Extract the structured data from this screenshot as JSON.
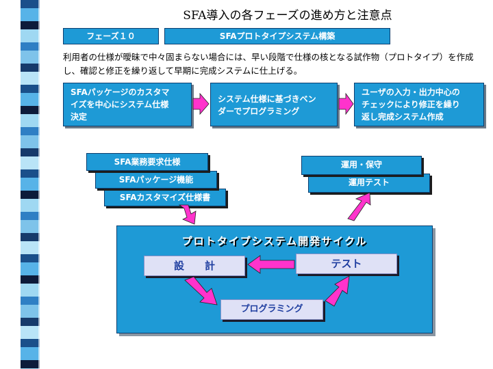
{
  "title": "SFA導入の各フェーズの進め方と注意点",
  "phase": {
    "label": "フェーズ１０",
    "name": "SFAプロトタイプシステム構築"
  },
  "description": "利用者の仕様が曖昧で中々固まらない場合には、早い段階で仕様の核となる試作物（プロトタイプ）を作成し、確認と修正を繰り返して早期に完成システムに仕上げる。",
  "steps": [
    {
      "line1": "SFAパッケージのカスタマ",
      "line2": "イズを中心にシステム仕様",
      "line3": "決定"
    },
    {
      "line1": "システム仕様に基づきベン",
      "line2": "ダーでプログラミング"
    },
    {
      "line1": "ユーザの入力・出力中心の",
      "line2": "チェックにより修正を繰り",
      "line3": "返し完成システム作成"
    }
  ],
  "documents": [
    "SFA業務要求仕様",
    "SFAパッケージ機能",
    "SFAカスタマイズ仕様書"
  ],
  "operations": [
    "運用・保守",
    "運用テスト"
  ],
  "cycle": {
    "title": "プロトタイプシステム開発サイクル",
    "design": "設　　計",
    "test": "テスト",
    "programming": "プログラミング"
  },
  "colors": {
    "box_blue": "#1e9ad6",
    "arrow_magenta": "#ff33cc",
    "pale_box": "#dfe1f6"
  }
}
